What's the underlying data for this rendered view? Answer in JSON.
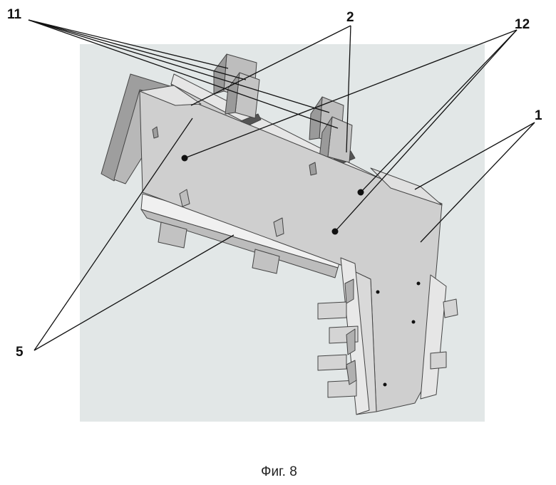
{
  "figure": {
    "caption": "Фиг. 8",
    "colors": {
      "background_panel": "#e2e7e7",
      "plate_light": "#d8d8d8",
      "plate_mid": "#c9c9c9",
      "plate_shadow": "#a9a9a9",
      "lead_line": "#111111"
    },
    "callouts": {
      "label_11": "11",
      "label_2": "2",
      "label_12": "12",
      "label_1": "1",
      "label_5": "5"
    }
  }
}
